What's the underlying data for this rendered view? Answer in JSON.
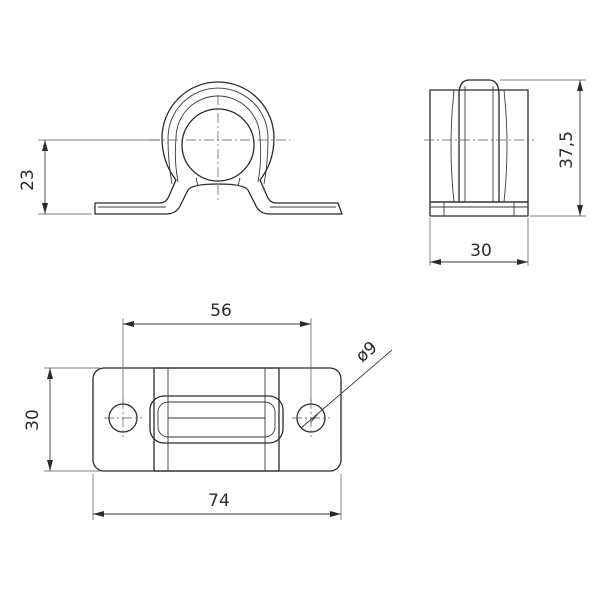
{
  "dimensions": {
    "front_height": "23",
    "side_height": "37,5",
    "side_width": "30",
    "hole_spacing": "56",
    "hole_diameter": "ø9",
    "plate_height": "30",
    "plate_width": "74"
  }
}
